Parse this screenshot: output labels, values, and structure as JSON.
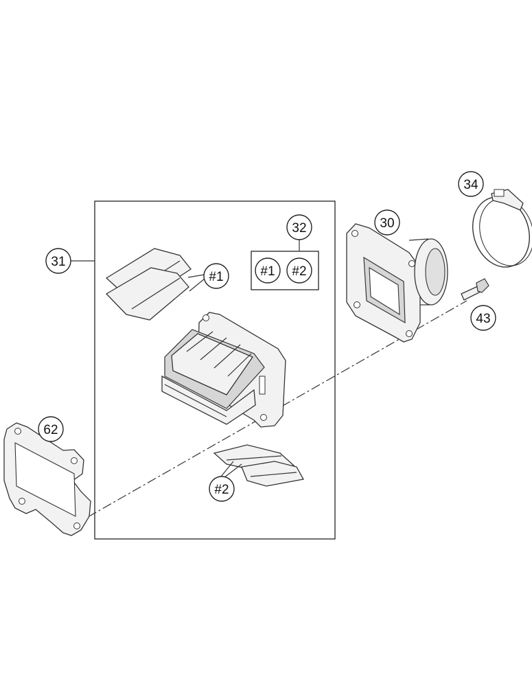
{
  "callouts": {
    "c31": "31",
    "c32": "32",
    "c30": "30",
    "c34": "34",
    "c43": "43",
    "c62": "62",
    "ref1_a": "#1",
    "ref2_a": "#2",
    "ref1_b": "#1",
    "ref2_b": "#2"
  }
}
